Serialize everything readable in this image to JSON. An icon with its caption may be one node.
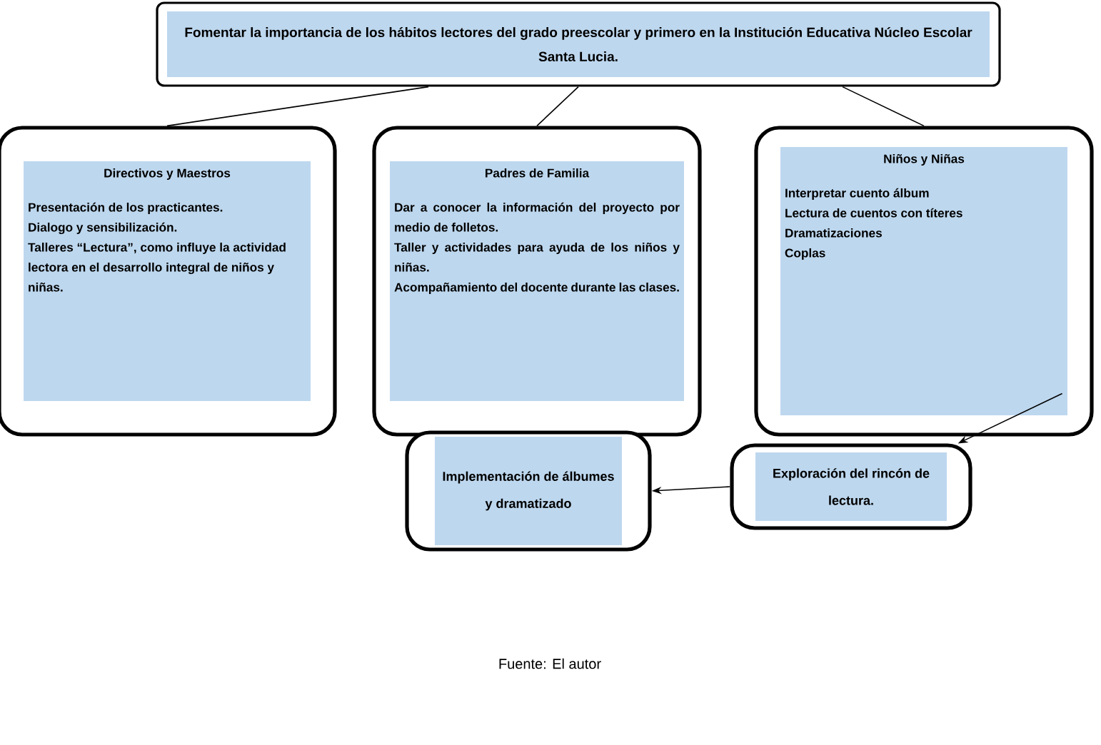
{
  "diagram": {
    "caption": "Fuente: El autor",
    "nodes": [
      {
        "text": [
          "Fomentar la importancia de los hábitos lectores del grado preescolar y primero en la Institución Educativa Núcleo Escolar Santa Lucia."
        ]
      },
      {
        "text": [
          "Directivos y Maestros",
          "Presentación de los practicantes.",
          "Dialogo y sensibilización.",
          "Talleres “Lectura”, como influye la actividad lectora en el desarrollo integral de niños y niñas."
        ]
      },
      {
        "text": [
          "Padres de Familia",
          "Dar a conocer la información del proyecto por medio de folletos.",
          "Taller y actividades para ayuda de los niños y niñas.",
          "Acompañamiento del docente durante las clases."
        ]
      },
      {
        "text": [
          "Niños y Niñas",
          "Interpretar cuento álbum",
          "Lectura de cuentos con títeres",
          "Dramatizaciones",
          "Coplas"
        ]
      },
      {
        "text": [
          "Implementación de álbumes y dramatizado"
        ]
      },
      {
        "text": [
          "Exploración del rincón de lectura."
        ]
      }
    ],
    "edges": [
      {
        "from": 0,
        "to": 1,
        "arrow": "none"
      },
      {
        "from": 0,
        "to": 2,
        "arrow": "none"
      },
      {
        "from": 0,
        "to": 3,
        "arrow": "none"
      },
      {
        "from": 3,
        "to": 5,
        "arrow": "to"
      },
      {
        "from": 5,
        "to": 4,
        "arrow": "to"
      }
    ]
  }
}
